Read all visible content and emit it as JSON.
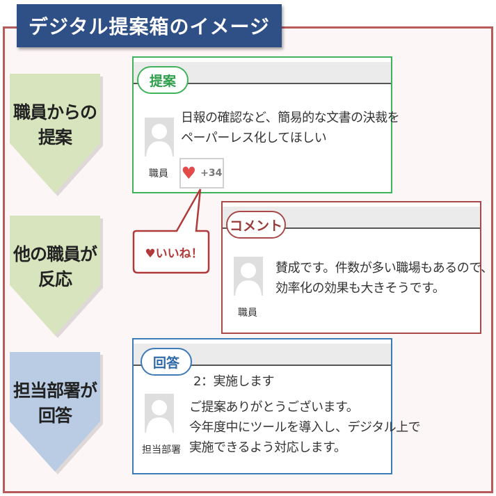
{
  "title": "デジタル提案箱のイメージ",
  "steps": [
    {
      "lines": [
        "職員からの",
        "提案"
      ]
    },
    {
      "lines": [
        "他の職員が",
        "反応"
      ]
    },
    {
      "lines": [
        "担当部署が",
        "回答"
      ]
    }
  ],
  "proposal": {
    "label": "提案",
    "text_lines": [
      "日報の確認など、簡易的な文書の決裁を",
      "ペーパーレス化してほしい"
    ],
    "author": "職員",
    "likes": "+34"
  },
  "like_callout": "♥いいね！",
  "comment": {
    "label": "コメント",
    "text_lines": [
      "賛成です。件数が多い職場もあるので、",
      "効率化の効果も大きそうです。"
    ],
    "author": "職員"
  },
  "answer": {
    "label": "回答",
    "status": "2：実施します",
    "text_lines": [
      "ご提案ありがとうございます。",
      "今年度中にツールを導入し、デジタル上で",
      "実施できるよう対応します。"
    ],
    "author": "担当部署"
  },
  "colors": {
    "frame": "#b65a5a",
    "title_bg": "#2f4f87",
    "step_green": "#d7e4bd",
    "step_blue": "#b9cce4",
    "proposal": "#3fb35a",
    "comment": "#a94a4a",
    "answer": "#3d7ab8",
    "heart": "#e34b4b"
  }
}
